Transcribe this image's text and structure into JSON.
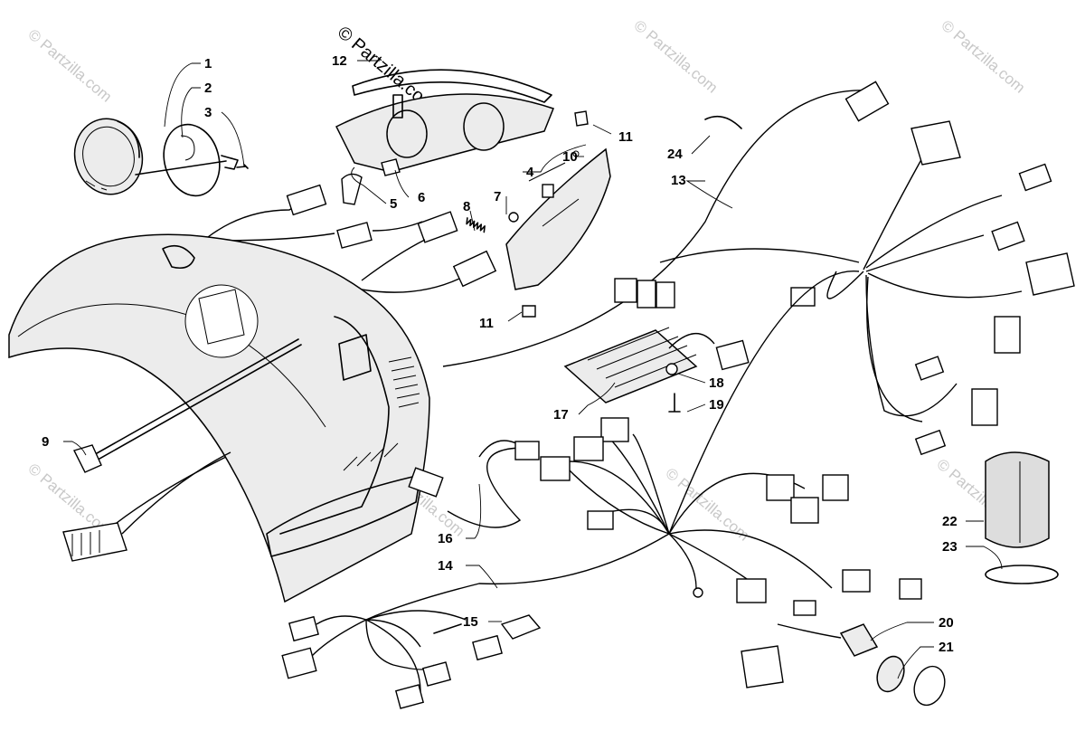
{
  "watermark": {
    "main": "© Partzilla.com",
    "faint": "© Partzilla.com"
  },
  "callouts": [
    "1",
    "2",
    "3",
    "4",
    "5",
    "6",
    "7",
    "8",
    "9",
    "10",
    "11",
    "11",
    "12",
    "13",
    "14",
    "15",
    "16",
    "17",
    "18",
    "19",
    "20",
    "21",
    "22",
    "23",
    "24"
  ]
}
